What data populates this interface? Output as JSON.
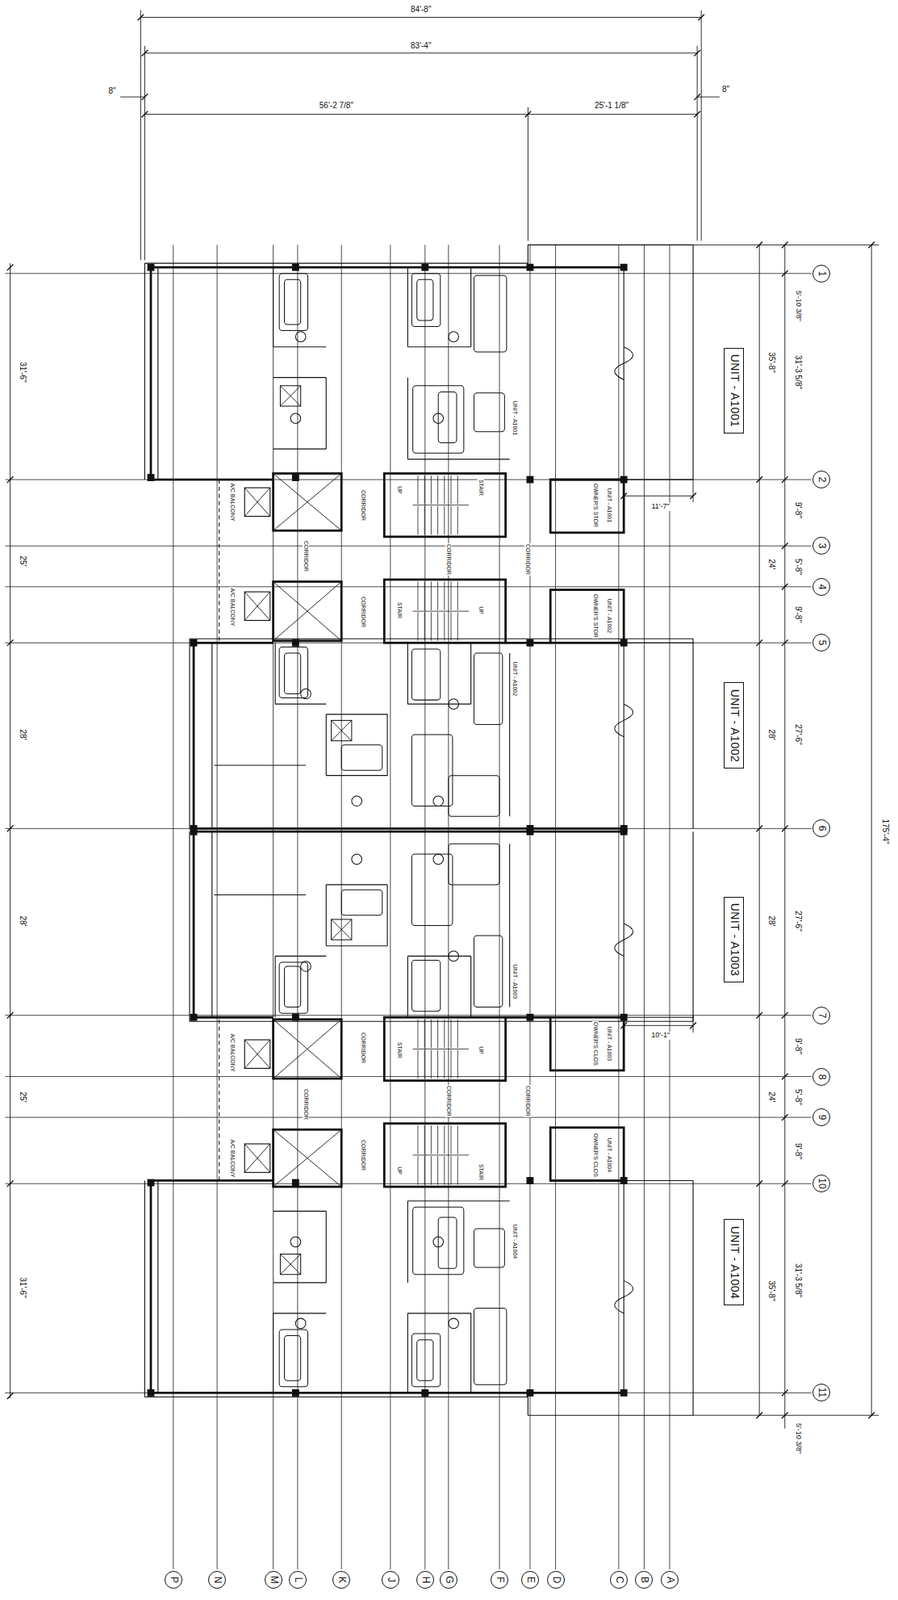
{
  "diagram": {
    "nodes": [
      {
        "text": [
          "1"
        ]
      },
      {
        "text": [
          "2"
        ]
      },
      {
        "text": [
          "3"
        ]
      },
      {
        "text": [
          "4"
        ]
      },
      {
        "text": [
          "5"
        ]
      },
      {
        "text": [
          "6"
        ]
      },
      {
        "text": [
          "7"
        ]
      },
      {
        "text": [
          "8"
        ]
      },
      {
        "text": [
          "9"
        ]
      },
      {
        "text": [
          "10"
        ]
      },
      {
        "text": [
          "11"
        ]
      },
      {
        "text": [
          "UNIT - A1001"
        ]
      },
      {
        "text": [
          "UNIT - A1002"
        ]
      },
      {
        "text": [
          "UNIT - A1003"
        ]
      },
      {
        "text": [
          "UNIT - A1004"
        ]
      },
      {
        "text": [
          "P"
        ]
      },
      {
        "text": [
          "N"
        ]
      },
      {
        "text": [
          "M"
        ]
      },
      {
        "text": [
          "L"
        ]
      },
      {
        "text": [
          "K"
        ]
      },
      {
        "text": [
          "J"
        ]
      },
      {
        "text": [
          "H"
        ]
      },
      {
        "text": [
          "G"
        ]
      },
      {
        "text": [
          "F"
        ]
      },
      {
        "text": [
          "E"
        ]
      },
      {
        "text": [
          "D"
        ]
      },
      {
        "text": [
          "C"
        ]
      },
      {
        "text": [
          "B"
        ]
      },
      {
        "text": [
          "A"
        ]
      }
    ],
    "labels": [
      "84'-8\"",
      "83'-4\"",
      "8\"",
      "56'-2 7/8\"",
      "25'-1 1/8\"",
      "8\"",
      "5'-10 3/8\"",
      "35'-8\"",
      "31'-3 5/8\"",
      "9'-8\"",
      "5'-8\"",
      "24'",
      "9'-8\"",
      "28'",
      "27'-6\"",
      "28'",
      "27'-6\"",
      "9'-8\"",
      "24'",
      "5'-8\"",
      "9'-8\"",
      "35'-8\"",
      "31'-3 5/8\"",
      "5'-10 3/8\"",
      "175'-4\"",
      "11'-7\"",
      "10'-1\"",
      "31'-6\"",
      "25'",
      "28'",
      "28'",
      "25'",
      "31'-6\"",
      "UNIT - A1001",
      "UNIT - A1001",
      "OWNER'S STOR",
      "CORRIDOR",
      "STAIR",
      "UP",
      "CORRIDOR",
      "CORRIDOR",
      "CORRIDOR",
      "A/C BALCONY",
      "A/C BALCONY",
      "CORRIDOR",
      "STAIR",
      "UP",
      "UNIT - A1002",
      "OWNER'S STOR",
      "UNIT - A1002",
      "UNIT - A1003",
      "OWNER'S CLOS",
      "UNIT - A1003",
      "CORRIDOR",
      "STAIR",
      "UP",
      "A/C BALCONY",
      "CORRIDOR",
      "CORRIDOR",
      "CORRIDOR",
      "CORRIDOR",
      "STAIR",
      "UP",
      "A/C BALCONY",
      "OWNER'S CLOS",
      "UNIT - A1004",
      "UNIT - A1004"
    ]
  }
}
